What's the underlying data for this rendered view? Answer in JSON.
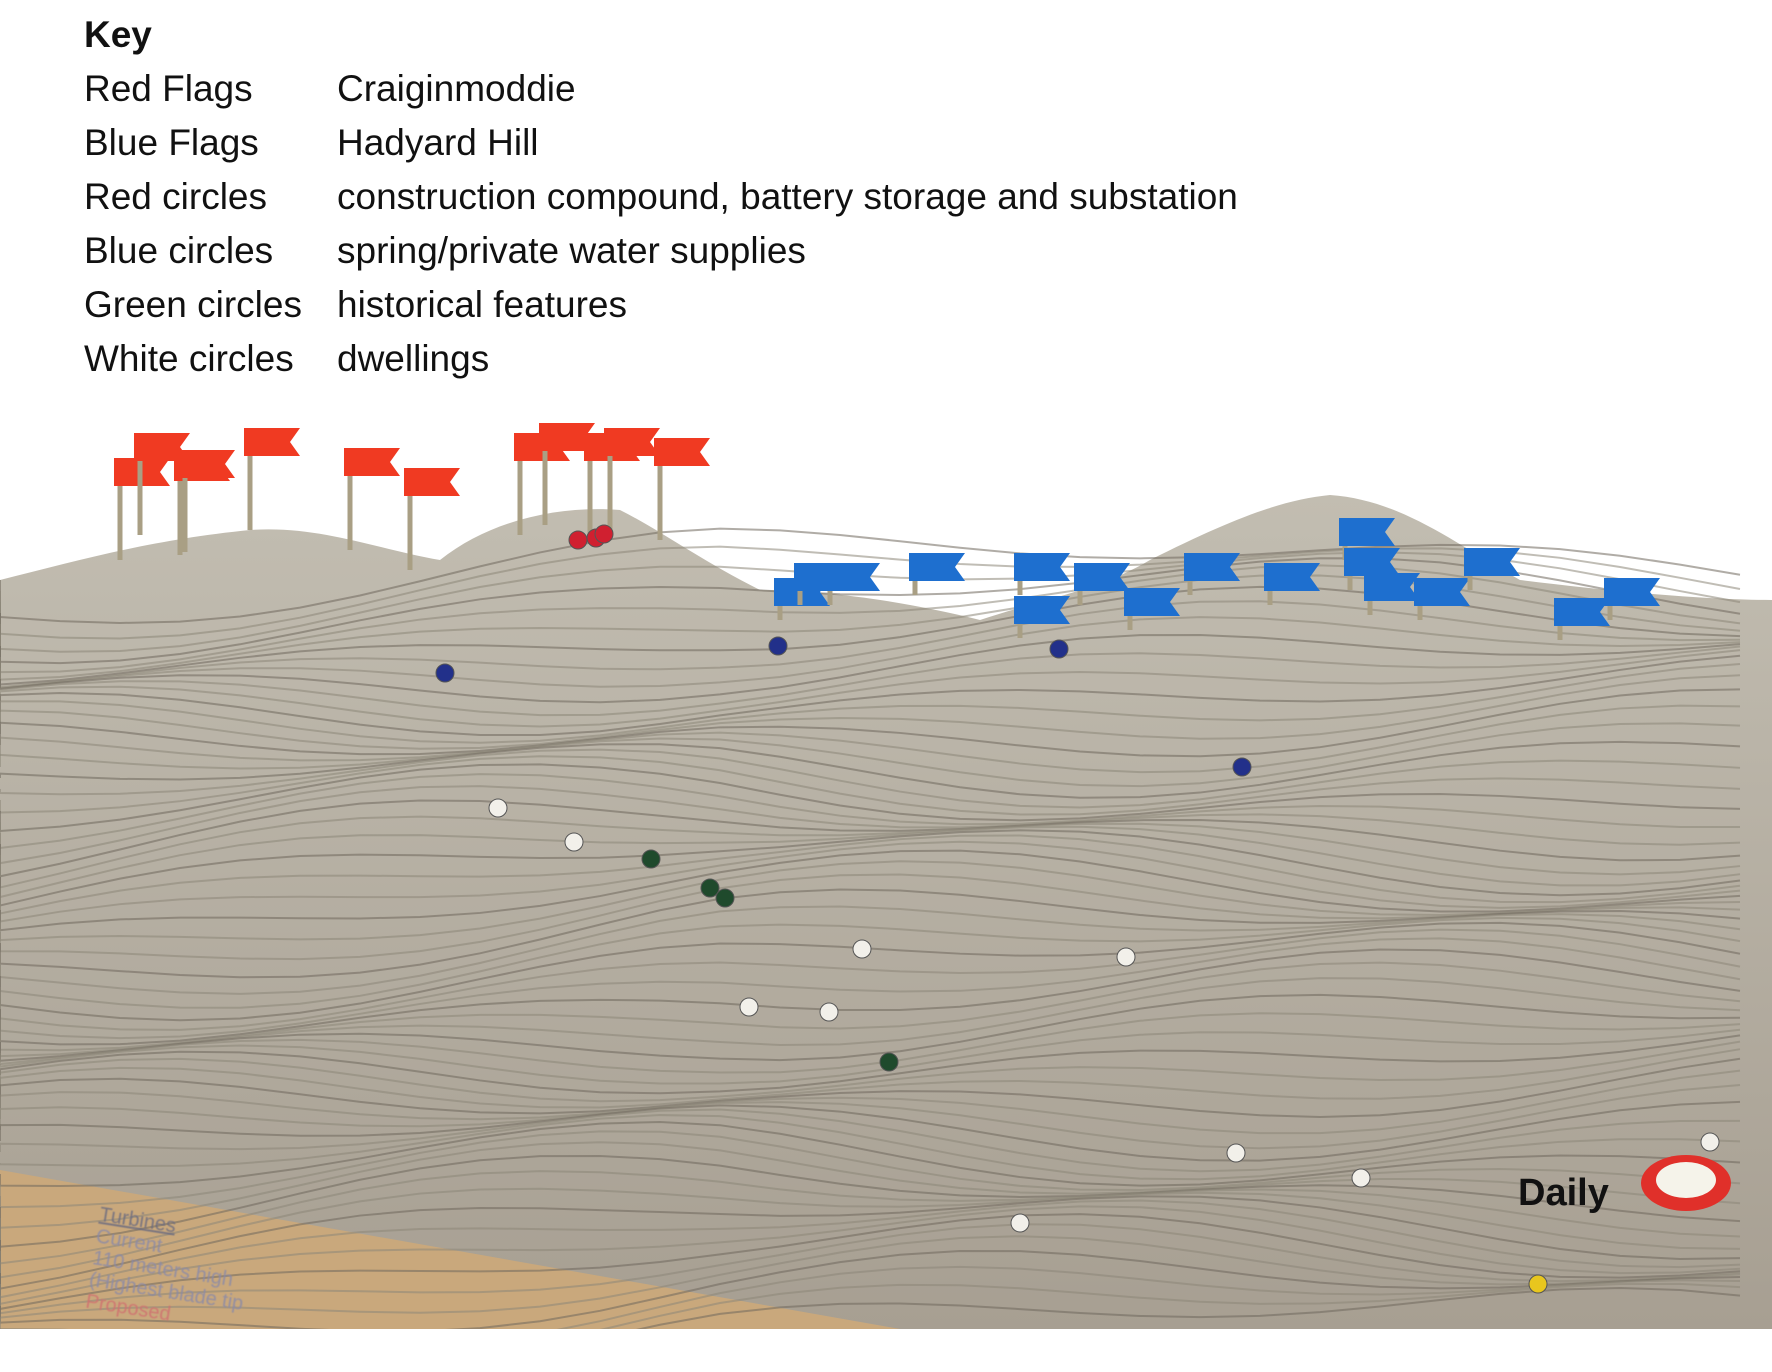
{
  "key": {
    "title": "Key",
    "rows": [
      {
        "label": "Red Flags",
        "meaning": "Craiginmoddie"
      },
      {
        "label": "Blue Flags",
        "meaning": "Hadyard Hill"
      },
      {
        "label": "Red circles",
        "meaning": "construction compound, battery storage and substation"
      },
      {
        "label": "Blue circles",
        "meaning": "spring/private water supplies"
      },
      {
        "label": "Green circles",
        "meaning": "historical features"
      },
      {
        "label": "White circles",
        "meaning": "dwellings"
      }
    ]
  },
  "model": {
    "place_label": "Daily",
    "sign": {
      "title": "Turbines",
      "line1": "Current",
      "line2": "110 meters high",
      "line3": "(Highest blade tip",
      "line4": "Proposed"
    }
  },
  "colors": {
    "terrain": "#b7b1a4",
    "red_flag": "#f03a22",
    "blue_flag": "#1e6fcf",
    "green_pin": "#1f4a2c",
    "white_pin": "#f2f0ea",
    "blue_pin": "#22308a"
  }
}
